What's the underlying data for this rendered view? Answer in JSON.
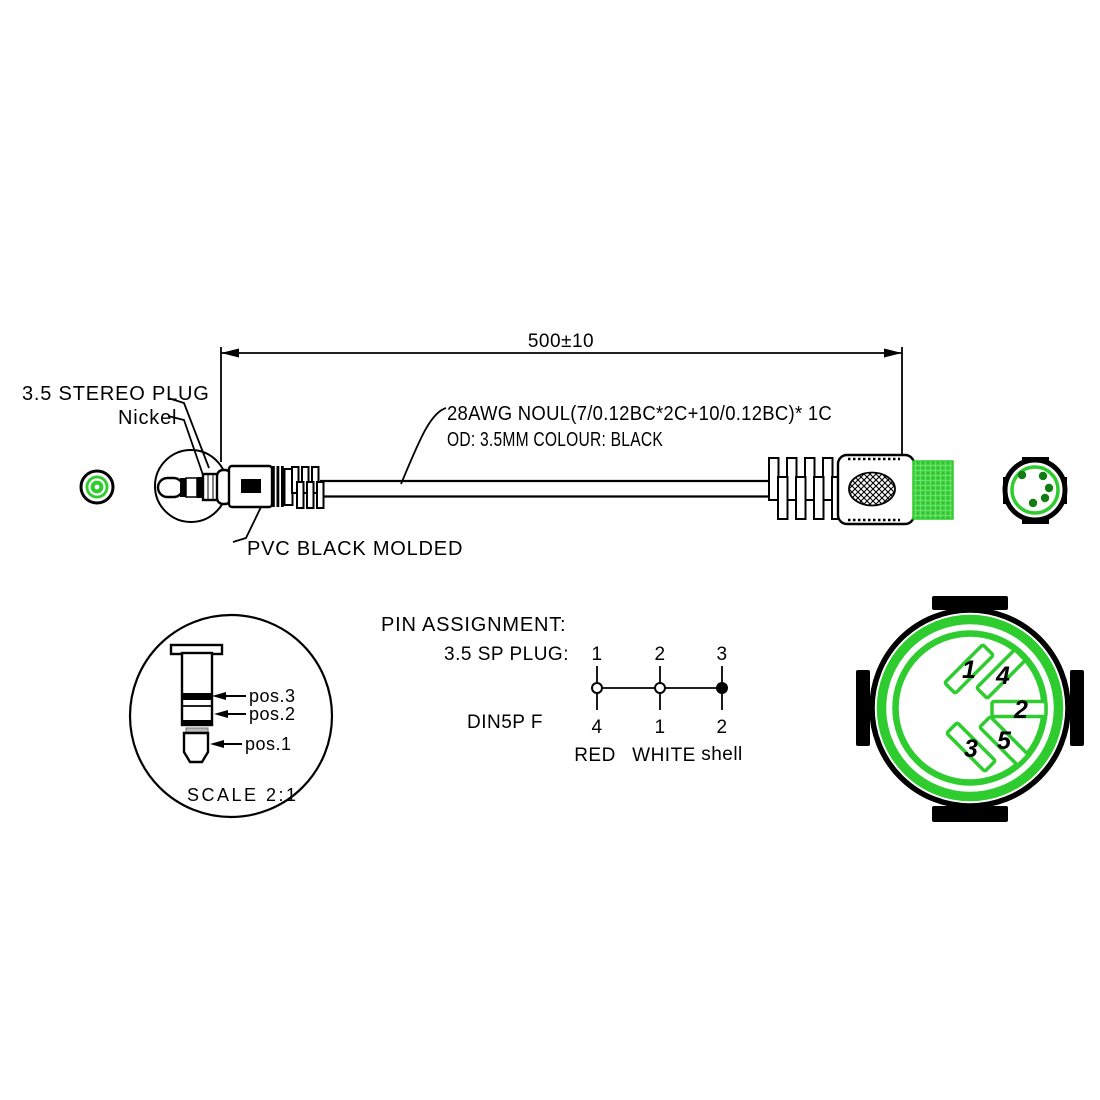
{
  "colors": {
    "green": "#2ecc2e",
    "green_light": "#7fe97f",
    "pin_dark_green": "#147a14",
    "line": "#000000"
  },
  "dimension": {
    "length_label": "500±10"
  },
  "plug_labels": {
    "title": "3.5 STEREO PLUG",
    "finish": "Nickel",
    "molded": "PVC BLACK MOLDED"
  },
  "cable": {
    "spec_line1": "28AWG NOUL(7/0.12BC*2C+10/0.12BC)* 1C",
    "spec_line2": "OD: 3.5MM COLOUR: BLACK"
  },
  "plug_detail": {
    "pos3": "pos.3",
    "pos2": "pos.2",
    "pos1": "pos.1",
    "scale_label": "SCALE 2:1"
  },
  "pin_assignment": {
    "title": "PIN ASSIGNMENT:",
    "source_label": "3.5 SP PLUG:",
    "source_pins": [
      "1",
      "2",
      "3"
    ],
    "dest_label": "DIN5P F",
    "dest_pins": [
      "4",
      "1",
      "2"
    ],
    "wire_labels": [
      "RED",
      "WHITE",
      "shell"
    ]
  },
  "din_face": {
    "pin_numbers": [
      "1",
      "4",
      "2",
      "3",
      "5"
    ]
  }
}
